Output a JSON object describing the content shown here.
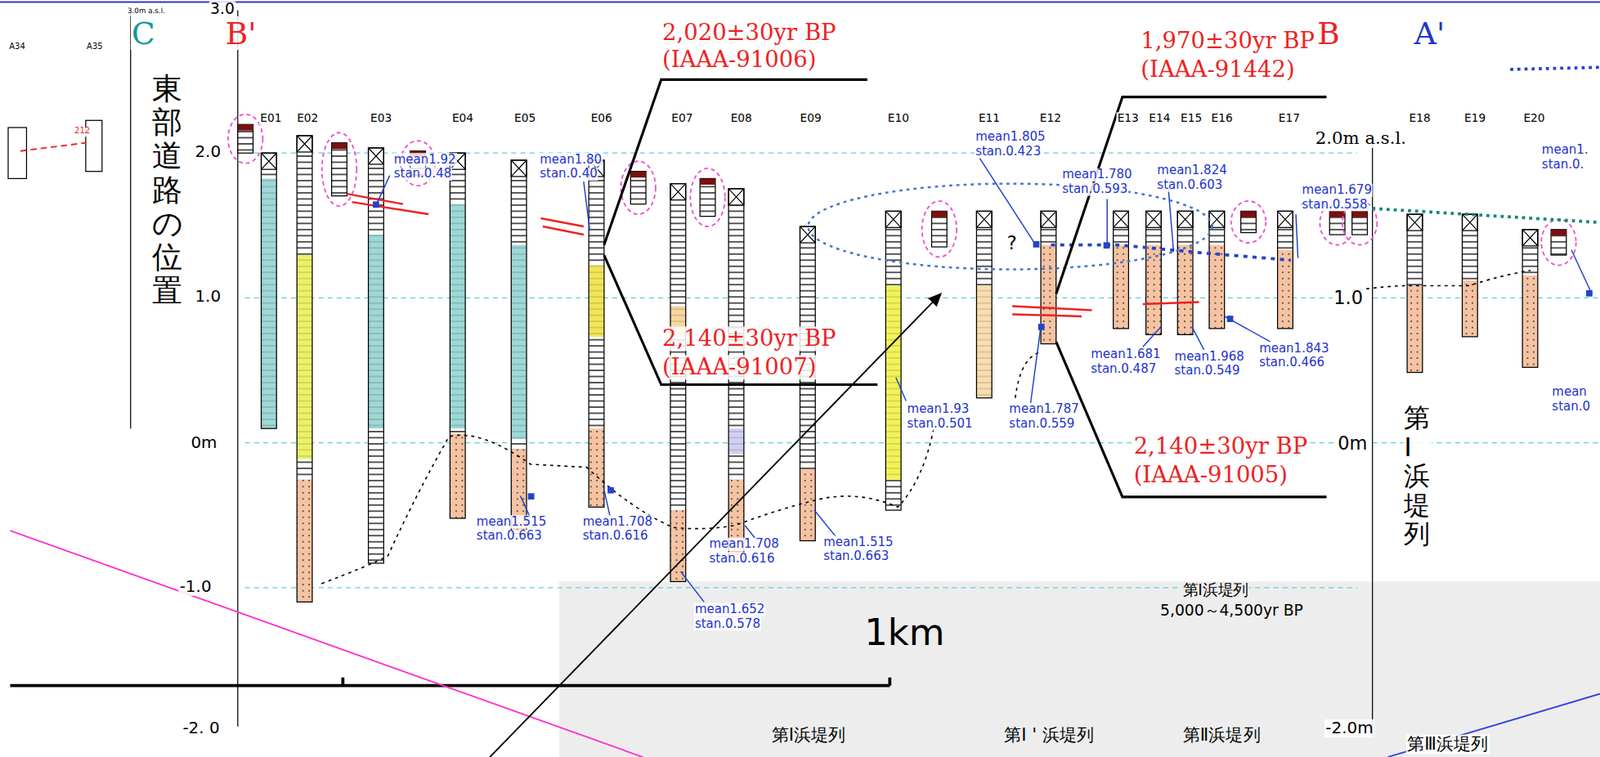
{
  "diagram": {
    "labels": [
      "3.0m a.s.l.",
      "3.0",
      "C",
      "B'",
      "東部道路の位置",
      "A34",
      "A35",
      "212",
      "2.0",
      "1.0",
      "0m",
      "-1.0",
      "-2. 0",
      "E01",
      "E02",
      "E03",
      "E04",
      "E05",
      "E06",
      "E07",
      "E08",
      "E09",
      "E10",
      "E11",
      "E12",
      "E13",
      "E14",
      "E15",
      "E16",
      "E17",
      "E18",
      "E19",
      "E20",
      "2,020±30yr BP",
      "(IAAA-91006)",
      "1,970±30yr BP",
      "(IAAA-91442)",
      "B",
      "A'",
      "2,140±30yr BP",
      "(IAAA-91007)",
      "2,140±30yr BP",
      "(IAAA-91005)",
      "mean1.92",
      "stan.0.48",
      "mean1.80",
      "stan.0.40",
      "mean1.805",
      "stan.0.423",
      "mean1.780",
      "stan.0.593",
      "mean1.824",
      "stan.0.603",
      "mean1.679",
      "stan.0.558",
      "mean1.",
      "stan.0.",
      "mean1.515",
      "stan.0.663",
      "mean1.708",
      "stan.0.616",
      "mean1.708",
      "stan.0.616",
      "mean1.515",
      "stan.0.663",
      "mean1.652",
      "stan.0.578",
      "mean1.93",
      "stan.0.501",
      "mean1.787",
      "stan.0.559",
      "mean1.681",
      "stan.0.487",
      "mean1.968",
      "stan.0.549",
      "mean1.843",
      "stan.0.466",
      "mean",
      "stan.0",
      "?",
      "2.0m a.s.l.",
      "1.0",
      "0m",
      "-2.0m",
      "第Ⅰ浜堤列",
      "第Ⅰ浜堤列",
      "5,000～4,500yr BP",
      "1km",
      "第Ⅰ浜堤列",
      "第Ⅰ ' 浜堤列",
      "第Ⅱ浜堤列",
      "第Ⅲ浜堤列"
    ]
  }
}
